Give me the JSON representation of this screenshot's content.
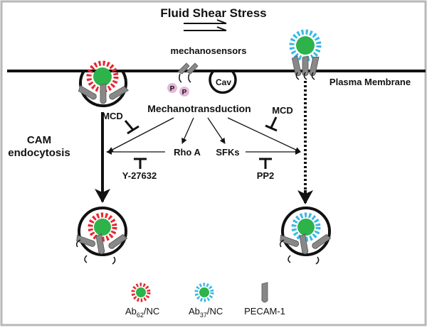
{
  "title": "Fluid Shear Stress",
  "labels": {
    "mechanosensors": "mechanosensors",
    "cav": "Cav",
    "plasma_membrane": "Plasma Membrane",
    "mechanotransduction": "Mechanotransduction",
    "mcd_left": "MCD",
    "mcd_right": "MCD",
    "cam_endocytosis_line1": "CAM",
    "cam_endocytosis_line2": "endocytosis",
    "rho_a": "Rho A",
    "sfks": "SFKs",
    "y27632": "Y-27632",
    "pp2": "PP2",
    "p1": "P",
    "p2": "P"
  },
  "legend": {
    "ab62_main": "Ab",
    "ab62_sub": "62",
    "ab62_suffix": "/NC",
    "ab37_main": "Ab",
    "ab37_sub": "37",
    "ab37_suffix": "/NC",
    "pecam": "PECAM-1"
  },
  "colors": {
    "ab62_core": "#2db34a",
    "ab62_coat": "#e8262f",
    "ab37_core": "#2db34a",
    "ab37_coat": "#39b7e6",
    "pecam": "#888888",
    "phospho": "#e7b6d9",
    "line": "#111111",
    "frame": "#b8b8b8"
  }
}
